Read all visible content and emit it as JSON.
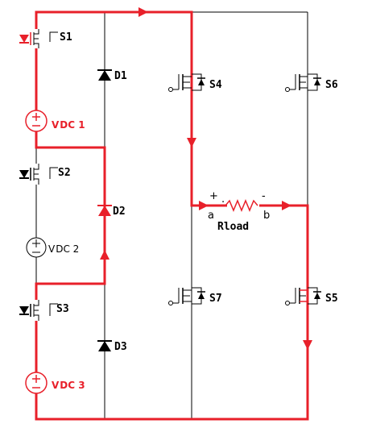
{
  "colors": {
    "active": "#e8202a",
    "wire": "#000000"
  },
  "labels": {
    "s1": "S1",
    "s2": "S2",
    "s3": "S3",
    "s4": "S4",
    "s5": "S5",
    "s6": "S6",
    "s7": "S7",
    "d1": "D1",
    "d2": "D2",
    "d3": "D3",
    "vdc1_main": "V",
    "vdc1_sub": "DC 1",
    "vdc2_main": "V",
    "vdc2_sub": "DC 2",
    "vdc3_main": "V",
    "vdc3_sub": "DC 3",
    "load": "Rload",
    "node_a": "a",
    "node_b": "b",
    "plus": "+",
    "minus": "-",
    "dot": "."
  }
}
